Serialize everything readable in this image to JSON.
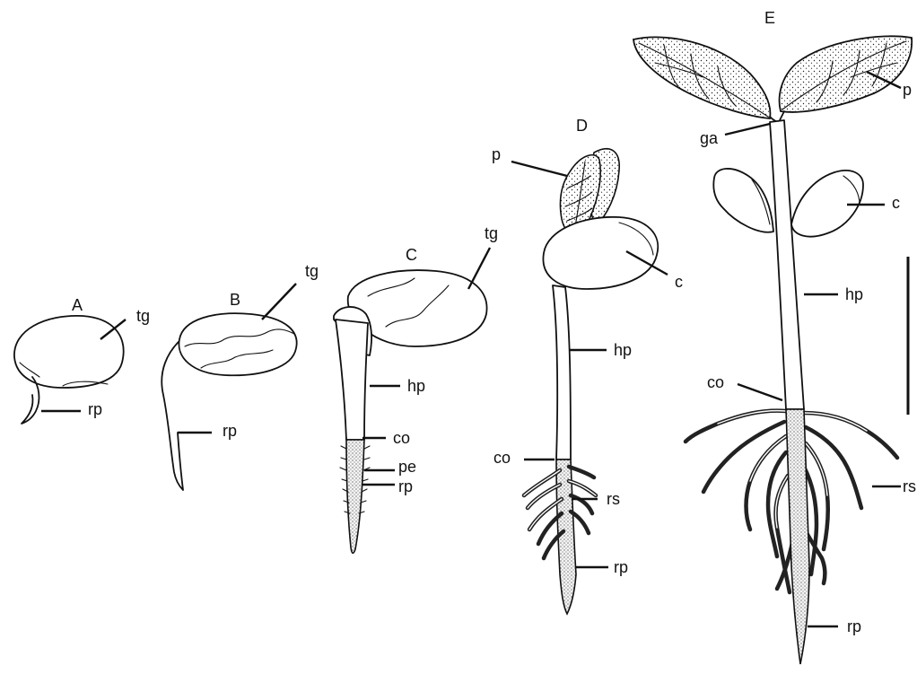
{
  "stages": {
    "a": {
      "label": "A",
      "tg": "tg",
      "rp": "rp"
    },
    "b": {
      "label": "B",
      "tg": "tg",
      "rp": "rp"
    },
    "c": {
      "label": "C",
      "tg": "tg",
      "hp": "hp",
      "co": "co",
      "pe": "pe",
      "rp": "rp"
    },
    "d": {
      "label": "D",
      "p": "p",
      "c": "c",
      "hp": "hp",
      "co": "co",
      "rs": "rs",
      "rp": "rp"
    },
    "e": {
      "label": "E",
      "p": "p",
      "ga": "ga",
      "c": "c",
      "hp": "hp",
      "co": "co",
      "rs": "rs",
      "rp": "rp"
    }
  },
  "colors": {
    "ink": "#111111",
    "background": "#ffffff"
  },
  "scale_bar": {
    "visible": true,
    "orientation": "vertical"
  }
}
